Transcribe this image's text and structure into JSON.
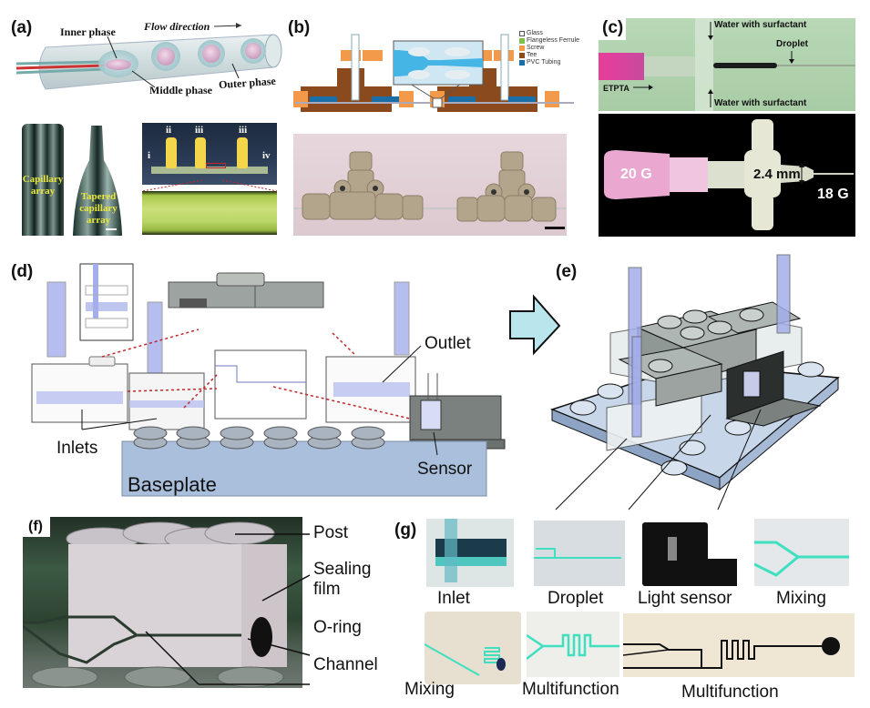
{
  "figure": {
    "panels": {
      "a": {
        "label": "(a)",
        "flow_direction": "Flow direction",
        "inner_phase": "Inner phase",
        "middle_phase": "Middle phase",
        "outer_phase": "Outer phase",
        "capillary_array": [
          "Capillary",
          "array"
        ],
        "tapered_capillary_array": [
          "Tapered",
          "capillary",
          "array"
        ],
        "inlet_markers": [
          "i",
          "ii",
          "iii",
          "iii",
          "iv"
        ]
      },
      "b": {
        "label": "(b)",
        "legend": [
          {
            "name": "Glass",
            "color": "#ffffff"
          },
          {
            "name": "Flangeless Ferrule",
            "color": "#7cc24a"
          },
          {
            "name": "Screw",
            "color": "#f39a4a"
          },
          {
            "name": "Tee",
            "color": "#8a4a1e"
          },
          {
            "name": "PVC Tubing",
            "color": "#1a6ea8"
          }
        ]
      },
      "c": {
        "label": "(c)",
        "water_top": "Water with surfactant",
        "water_bottom": "Water with surfactant",
        "droplet": "Droplet",
        "etpta": "ETPTA",
        "needle_20g": "20 G",
        "needle_18g": "18 G",
        "gap": "2.4 mm"
      },
      "d": {
        "label": "(d)",
        "inlets": "Inlets",
        "outlet": "Outlet",
        "sensor": "Sensor",
        "baseplate": "Baseplate"
      },
      "e": {
        "label": "(e)"
      },
      "f": {
        "label": "(f)",
        "post": "Post",
        "sealing_film": [
          "Sealing",
          "film"
        ],
        "o_ring": "O-ring",
        "channel": "Channel"
      },
      "g": {
        "label": "(g)",
        "modules": [
          "Inlet",
          "Droplet",
          "Light sensor",
          "Mixing",
          "Mixing",
          "Multifunction",
          "Multifunction"
        ]
      }
    },
    "colors": {
      "tube_blue": "#9aa8e8",
      "lego_grey": "#9ca3a0",
      "baseplate_blue": "#a9bfdc",
      "arrow_cyan": "#b8e6ec",
      "guide_red": "#c0272d",
      "channel_cyan": "#3ee0c0"
    }
  }
}
